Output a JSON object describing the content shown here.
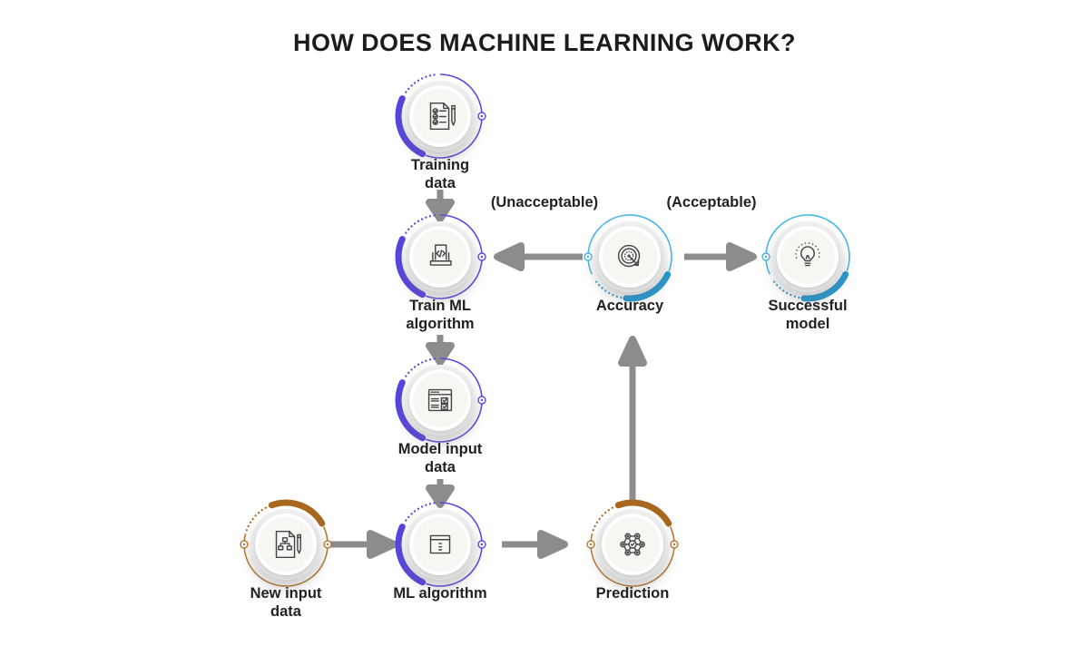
{
  "title": "HOW DOES MACHINE LEARNING WORK?",
  "colors": {
    "accent_purple": "#5544e0",
    "accent_purple_ring": "#5b4ae6",
    "accent_blue": "#2499d4",
    "accent_blue_ring": "#49b6e9",
    "accent_brown": "#a8681f",
    "accent_brown_ring": "#b77c38",
    "arrow_gray": "#8c8c8c",
    "title_text": "#1c1c1c"
  },
  "nodes": [
    {
      "id": "training-data",
      "label": "Training\ndata",
      "icon": "checklist-pen-icon",
      "theme": "purple"
    },
    {
      "id": "train-ml-algorithm",
      "label": "Train ML\nalgorithm",
      "icon": "code-document-icon",
      "theme": "purple"
    },
    {
      "id": "model-input-data",
      "label": "Model input\ndata",
      "icon": "form-checkboxes-icon",
      "theme": "purple"
    },
    {
      "id": "ml-algorithm",
      "label": "ML algorithm",
      "icon": "box-list-icon",
      "theme": "purple"
    },
    {
      "id": "new-input-data",
      "label": "New input\ndata",
      "icon": "flowchart-document-icon",
      "theme": "brown"
    },
    {
      "id": "prediction",
      "label": "Prediction",
      "icon": "network-nodes-icon",
      "theme": "brown"
    },
    {
      "id": "accuracy",
      "label": "Accuracy",
      "icon": "target-arrow-icon",
      "theme": "blue"
    },
    {
      "id": "successful-model",
      "label": "Successful\nmodel",
      "icon": "lightbulb-icon",
      "theme": "blue"
    }
  ],
  "edge_labels": {
    "unacceptable": "(Unacceptable)",
    "acceptable": "(Acceptable)"
  }
}
